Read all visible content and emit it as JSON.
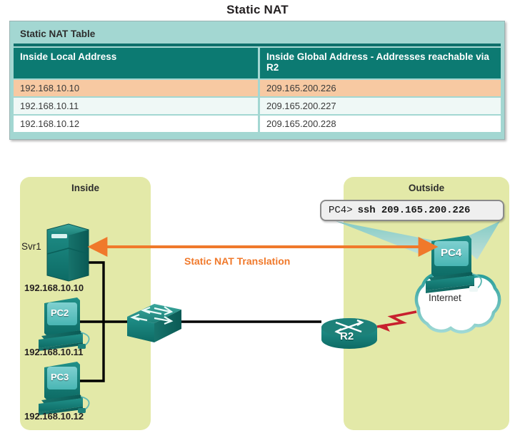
{
  "page": {
    "title": "Static NAT"
  },
  "nat_table": {
    "caption": "Static NAT Table",
    "columns": [
      "Inside Local Address",
      "Inside Global Address - Addresses reachable via R2"
    ],
    "rows": [
      {
        "inside_local": "192.168.10.10",
        "inside_global": "209.165.200.226",
        "highlight": "peach"
      },
      {
        "inside_local": "192.168.10.11",
        "inside_global": "209.165.200.227",
        "highlight": "light"
      },
      {
        "inside_local": "192.168.10.12",
        "inside_global": "209.165.200.228",
        "highlight": "white"
      }
    ]
  },
  "diagram": {
    "zones": {
      "inside_label": "Inside",
      "outside_label": "Outside"
    },
    "devices": {
      "server": {
        "name": "Svr1",
        "ip": "192.168.10.10"
      },
      "pc2": {
        "name": "PC2",
        "ip": "192.168.10.11"
      },
      "pc3": {
        "name": "PC3",
        "ip": "192.168.10.12"
      },
      "pc4": {
        "name": "PC4"
      },
      "router": {
        "name": "R2"
      },
      "cloud": {
        "name": "Internet"
      }
    },
    "cli": {
      "prompt": "PC4>",
      "command": "ssh 209.165.200.226"
    },
    "annotations": {
      "nat_flow": "Static NAT Translation"
    },
    "colors": {
      "zone_fill": "#e3e9a8",
      "device_teal": "#1a8a82",
      "nat_arrow_orange": "#f0792b",
      "serial_link_red": "#c8202e",
      "table_header": "#0c7a72",
      "table_caption_bg": "#a3d7d2",
      "row_highlight": "#f7c9a2"
    }
  }
}
